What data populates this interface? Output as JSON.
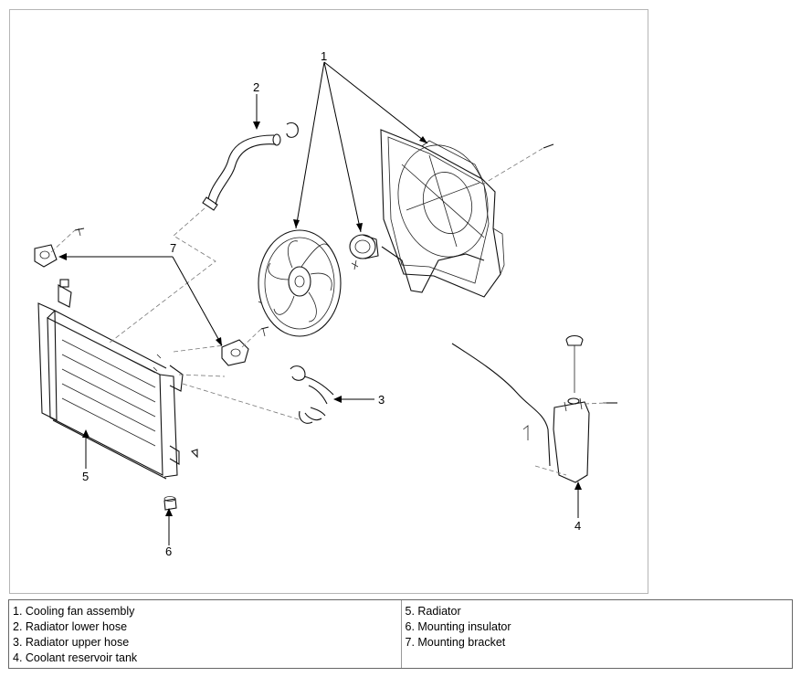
{
  "callouts": {
    "c1": "1",
    "c2": "2",
    "c3": "3",
    "c4": "4",
    "c5": "5",
    "c6": "6",
    "c7": "7"
  },
  "legend": {
    "left": [
      "1. Cooling fan assembly",
      "2. Radiator lower hose",
      "3. Radiator upper hose",
      "4. Coolant reservoir tank"
    ],
    "right": [
      "5. Radiator",
      "6. Mounting insulator",
      "7. Mounting bracket"
    ]
  }
}
